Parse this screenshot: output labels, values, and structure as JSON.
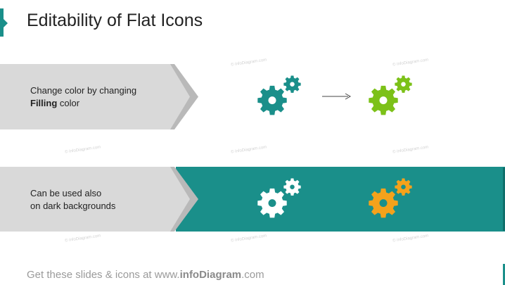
{
  "slide": {
    "title": "Editability of Flat Icons"
  },
  "rows": [
    {
      "line1": "Change color by changing",
      "line2_bold": "Filling",
      "line2_rest": " color"
    },
    {
      "line1": "Can be used also",
      "line2": "on dark backgrounds"
    }
  ],
  "watermark": "© infoDiagram.com",
  "footer": {
    "prefix": "Get these slides & icons at www.",
    "brand": "infoDiagram",
    "suffix": ".com"
  },
  "colors": {
    "accent": "#1a8f8a",
    "gear_teal": "#1a8f8a",
    "gear_green": "#7cc118",
    "gear_white": "#ffffff",
    "gear_orange": "#f4a21b",
    "arrow_gray": "#d9d9d9"
  },
  "icons": {
    "gear": "gear-icon",
    "arrow": "arrow-right-icon"
  }
}
